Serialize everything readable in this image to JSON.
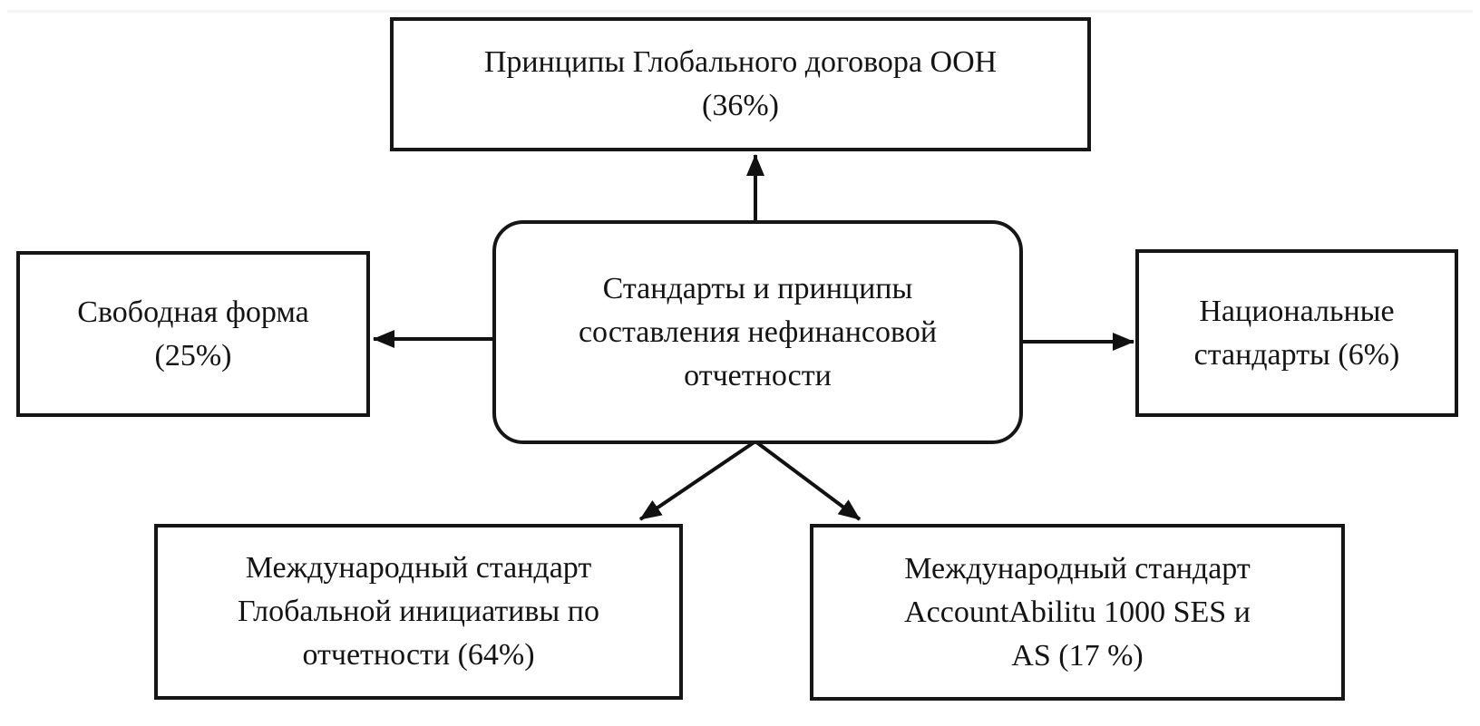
{
  "diagram_title": "",
  "nodes": {
    "center": {
      "role": "hub",
      "lines": [
        "Стандарты и принципы",
        "составления нефинансовой",
        "отчетности"
      ]
    },
    "top": {
      "role": "branch",
      "lines": [
        "Принципы Глобального договора ООН",
        "(36%)"
      ]
    },
    "left": {
      "role": "branch",
      "lines": [
        "Свободная форма",
        "(25%)"
      ]
    },
    "right": {
      "role": "branch",
      "lines": [
        "Национальные",
        "стандарты (6%)"
      ]
    },
    "bottom_left": {
      "role": "branch",
      "lines": [
        "Международный стандарт",
        "Глобальной инициативы по",
        "отчетности (64%)"
      ]
    },
    "bottom_right": {
      "role": "branch",
      "lines": [
        "Международный стандарт",
        "AccountAbilitu 1000 SES и",
        "AS (17 %)"
      ]
    }
  },
  "arrows": [
    {
      "from": "center",
      "to": "top"
    },
    {
      "from": "center",
      "to": "left"
    },
    {
      "from": "center",
      "to": "right"
    },
    {
      "from": "center",
      "to": "bottom_left"
    },
    {
      "from": "center",
      "to": "bottom_right"
    }
  ],
  "colors": {
    "stroke": "#111111",
    "background": "#ffffff",
    "text": "#141414"
  }
}
